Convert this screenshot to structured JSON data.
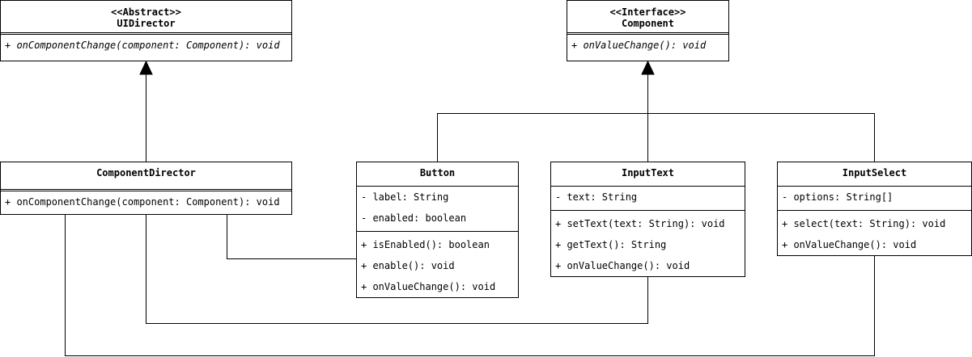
{
  "classes": {
    "ui_director": {
      "stereotype": "<<Abstract>>",
      "name": "UIDirector",
      "methods": [
        "+ onComponentChange(component: Component): void"
      ]
    },
    "component": {
      "stereotype": "<<Interface>>",
      "name": "Component",
      "methods": [
        "+ onValueChange(): void"
      ]
    },
    "component_director": {
      "name": "ComponentDirector",
      "methods": [
        "+ onComponentChange(component: Component): void"
      ]
    },
    "button": {
      "name": "Button",
      "attributes": [
        "- label: String",
        "- enabled: boolean"
      ],
      "methods": [
        "+ isEnabled(): boolean",
        "+ enable(): void",
        "+ onValueChange(): void"
      ]
    },
    "input_text": {
      "name": "InputText",
      "attributes": [
        "- text: String"
      ],
      "methods": [
        "+ setText(text: String): void",
        "+ getText(): String",
        "+ onValueChange(): void"
      ]
    },
    "input_select": {
      "name": "InputSelect",
      "attributes": [
        "- options: String[]"
      ],
      "methods": [
        "+ select(text: String): void",
        "+ onValueChange(): void"
      ]
    }
  }
}
